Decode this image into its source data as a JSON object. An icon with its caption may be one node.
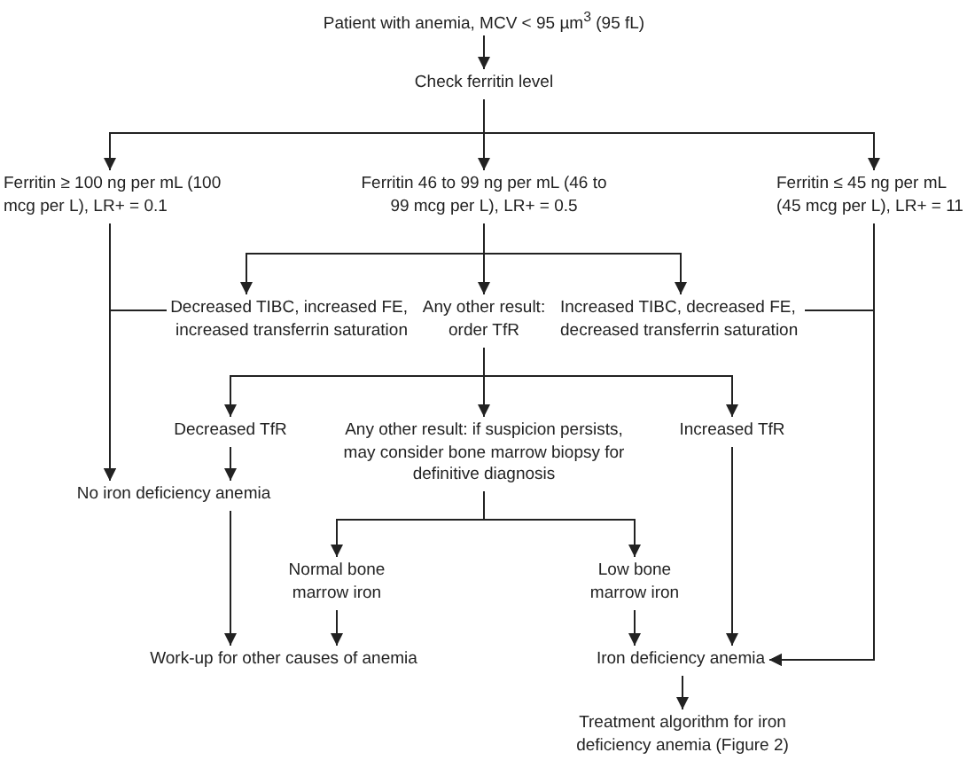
{
  "diagram": {
    "nodes": [
      {
        "text": [
          "Patient with anemia, MCV < 95 µm$^{3}$ (95 fL)"
        ]
      },
      {
        "text": [
          "Check ferritin level"
        ]
      },
      {
        "text": [
          "Ferritin ≥ 100 ng per mL (100 mcg per L), LR+ = 0.1"
        ]
      },
      {
        "text": [
          "Ferritin 46 to 99 ng per mL (46 to 99 mcg per L), LR+ = 0.5"
        ]
      },
      {
        "text": [
          "Ferritin ≤ 45 ng per mL (45 mcg per L), LR+ = 11"
        ]
      },
      {
        "text": [
          "Decreased TIBC, increased FE, increased transferrin saturation"
        ]
      },
      {
        "text": [
          "Any other result: order TfR"
        ]
      },
      {
        "text": [
          "Increased TIBC, decreased FE, decreased transferrin saturation"
        ]
      },
      {
        "text": [
          "Decreased TfR"
        ]
      },
      {
        "text": [
          "Any other result: if suspicion persists, may consider bone marrow biopsy for definitive diagnosis"
        ]
      },
      {
        "text": [
          "Increased TfR"
        ]
      },
      {
        "text": [
          "No iron deficiency anemia"
        ]
      },
      {
        "text": [
          "Normal bone marrow iron"
        ]
      },
      {
        "text": [
          "Low bone marrow iron"
        ]
      },
      {
        "text": [
          "Work-up for other causes of anemia"
        ]
      },
      {
        "text": [
          "Iron deficiency anemia"
        ]
      },
      {
        "text": [
          "Treatment algorithm for iron deficiency anemia (Figure 2)"
        ]
      }
    ],
    "edges": [
      {
        "from": 0,
        "to": 1,
        "arrow": "to"
      },
      {
        "from": 1,
        "to": 2,
        "arrow": "to"
      },
      {
        "from": 1,
        "to": 3,
        "arrow": "to"
      },
      {
        "from": 1,
        "to": 4,
        "arrow": "to"
      },
      {
        "from": 3,
        "to": 5,
        "arrow": "to"
      },
      {
        "from": 3,
        "to": 6,
        "arrow": "to"
      },
      {
        "from": 3,
        "to": 7,
        "arrow": "to"
      },
      {
        "from": 5,
        "to": 11,
        "arrow": "to"
      },
      {
        "from": 2,
        "to": 11,
        "arrow": "to"
      },
      {
        "from": 7,
        "to": 15,
        "arrow": "to"
      },
      {
        "from": 4,
        "to": 15,
        "arrow": "to"
      },
      {
        "from": 6,
        "to": 8,
        "arrow": "to"
      },
      {
        "from": 6,
        "to": 9,
        "arrow": "to"
      },
      {
        "from": 6,
        "to": 10,
        "arrow": "to"
      },
      {
        "from": 8,
        "to": 11,
        "arrow": "to"
      },
      {
        "from": 9,
        "to": 12,
        "arrow": "to"
      },
      {
        "from": 9,
        "to": 13,
        "arrow": "to"
      },
      {
        "from": 11,
        "to": 14,
        "arrow": "to"
      },
      {
        "from": 12,
        "to": 14,
        "arrow": "to"
      },
      {
        "from": 13,
        "to": 15,
        "arrow": "to"
      },
      {
        "from": 10,
        "to": 15,
        "arrow": "to"
      },
      {
        "from": 15,
        "to": 16,
        "arrow": "to"
      }
    ]
  }
}
